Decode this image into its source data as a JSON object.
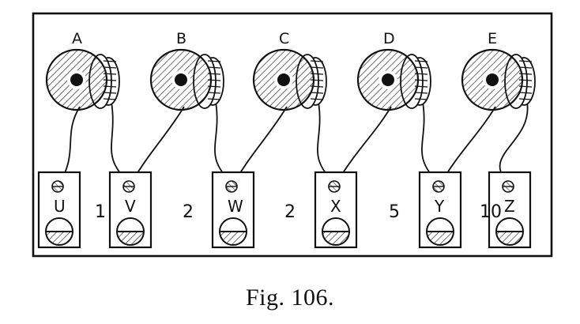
{
  "figure": {
    "caption": "Fig. 106.",
    "coils": [
      {
        "label": "A"
      },
      {
        "label": "B"
      },
      {
        "label": "C"
      },
      {
        "label": "D"
      },
      {
        "label": "E"
      }
    ],
    "terminals": [
      {
        "label": "U"
      },
      {
        "label": "V"
      },
      {
        "label": "W"
      },
      {
        "label": "X"
      },
      {
        "label": "Y"
      },
      {
        "label": "Z"
      }
    ],
    "values": [
      "1",
      "2",
      "2",
      "5",
      "10"
    ]
  }
}
